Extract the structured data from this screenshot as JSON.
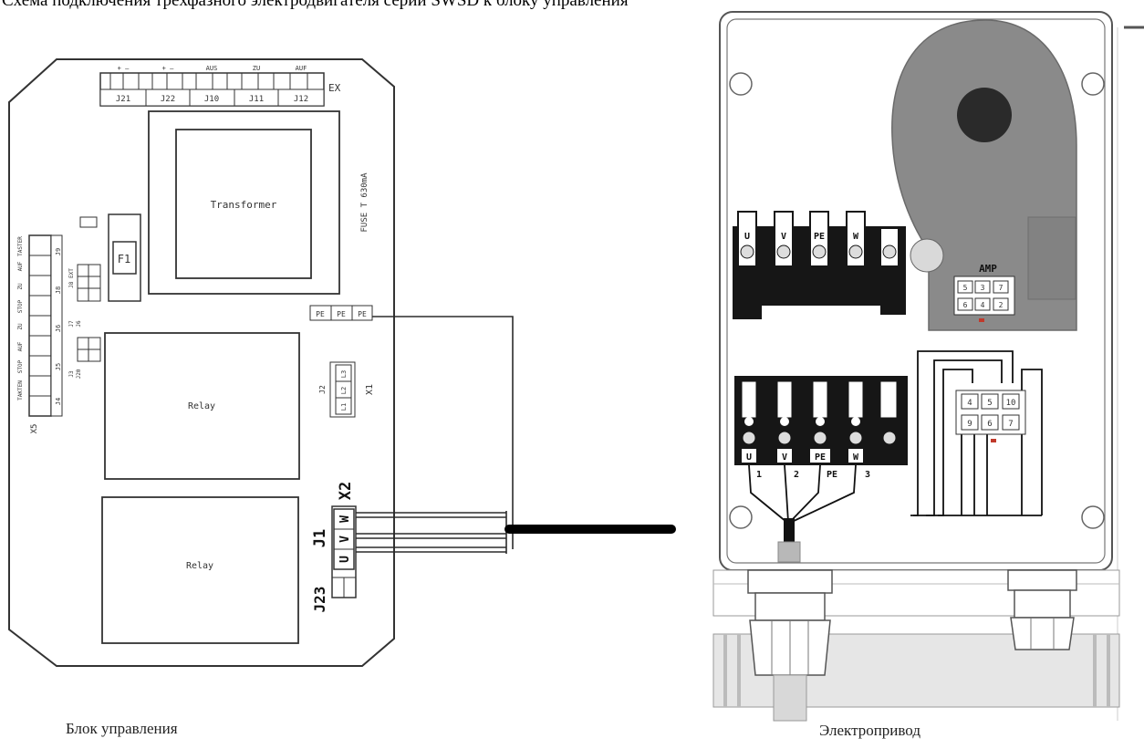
{
  "page": {
    "title": "Схема подключения трёхфазного электродвигателя серии SWSD к блоку управления",
    "caption_left": "Блок управления",
    "caption_right": "Электропривод"
  },
  "control_unit": {
    "top_connectors": {
      "header_labels": [
        "+ –",
        "+ –",
        "AUS",
        "ZU",
        "AUF"
      ],
      "terminal_labels": [
        "J21",
        "J22",
        "J10",
        "J11",
        "J12"
      ],
      "group_label": "EX"
    },
    "transformer_label": "Transformer",
    "fuse_label": "F1",
    "fuse_rating": "FUSE T 630mA",
    "relay_top_label": "Relay",
    "relay_bottom_label": "Relay",
    "pe_labels": [
      "PE",
      "PE",
      "PE"
    ],
    "mains_labels": [
      "L1",
      "L2",
      "L3"
    ],
    "mains_j_label": "J2",
    "mains_x_label": "X1",
    "left_block": {
      "x_label": "X5",
      "j_labels": [
        "J9",
        "J8",
        "J6",
        "J5",
        "J4"
      ],
      "func_labels": [
        "TASTER",
        "AUF",
        "ZU",
        "STOP",
        "ZU",
        "AUF",
        "STOP",
        "TAKTEN"
      ],
      "small_labels": [
        "J8 EXT",
        "J7",
        "J6",
        "J3",
        "J20"
      ]
    },
    "motor_terminal": {
      "x_label": "X2",
      "j1_label": "J1",
      "j23_label": "J23",
      "phase_labels": [
        "U",
        "V",
        "W"
      ]
    }
  },
  "actuator": {
    "upper_terminal_labels": [
      "U",
      "V",
      "PE",
      "W"
    ],
    "lower_terminal_labels": [
      "U",
      "V",
      "PE",
      "W"
    ],
    "wire_numbers": [
      "1",
      "2",
      "PE",
      "3"
    ],
    "amp_label": "AMP",
    "amp_pins": [
      "5",
      "3",
      "7",
      "6",
      "4",
      "2"
    ],
    "lower_pins": [
      "4",
      "5",
      "10",
      "9",
      "6",
      "7"
    ]
  },
  "colors": {
    "line": "#2b2b2b",
    "actuator_body": "#8a8a8a",
    "terminal_block": "#161616",
    "cable": "#000000"
  }
}
